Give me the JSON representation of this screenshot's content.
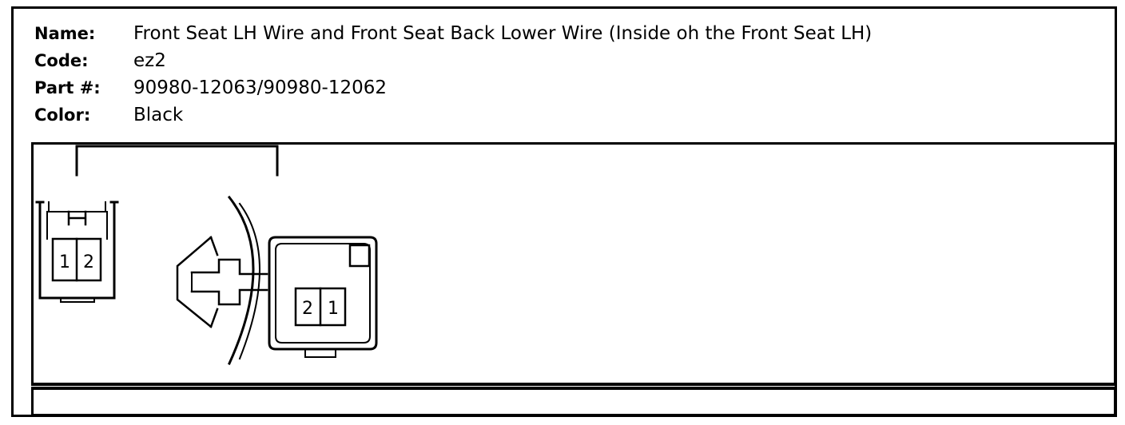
{
  "info": {
    "name_label": "Name:",
    "name_value": "Front Seat LH Wire and Front Seat Back Lower Wire (Inside oh the Front Seat LH)",
    "code_label": "Code:",
    "code_value": "ez2",
    "part_label": "Part #:",
    "part_value": "90980-12063/90980-12062",
    "color_label": "Color:",
    "color_value": "Black"
  },
  "connector_a": {
    "pins": [
      "1",
      "2"
    ]
  },
  "connector_b": {
    "pins": [
      "2",
      "1"
    ]
  }
}
